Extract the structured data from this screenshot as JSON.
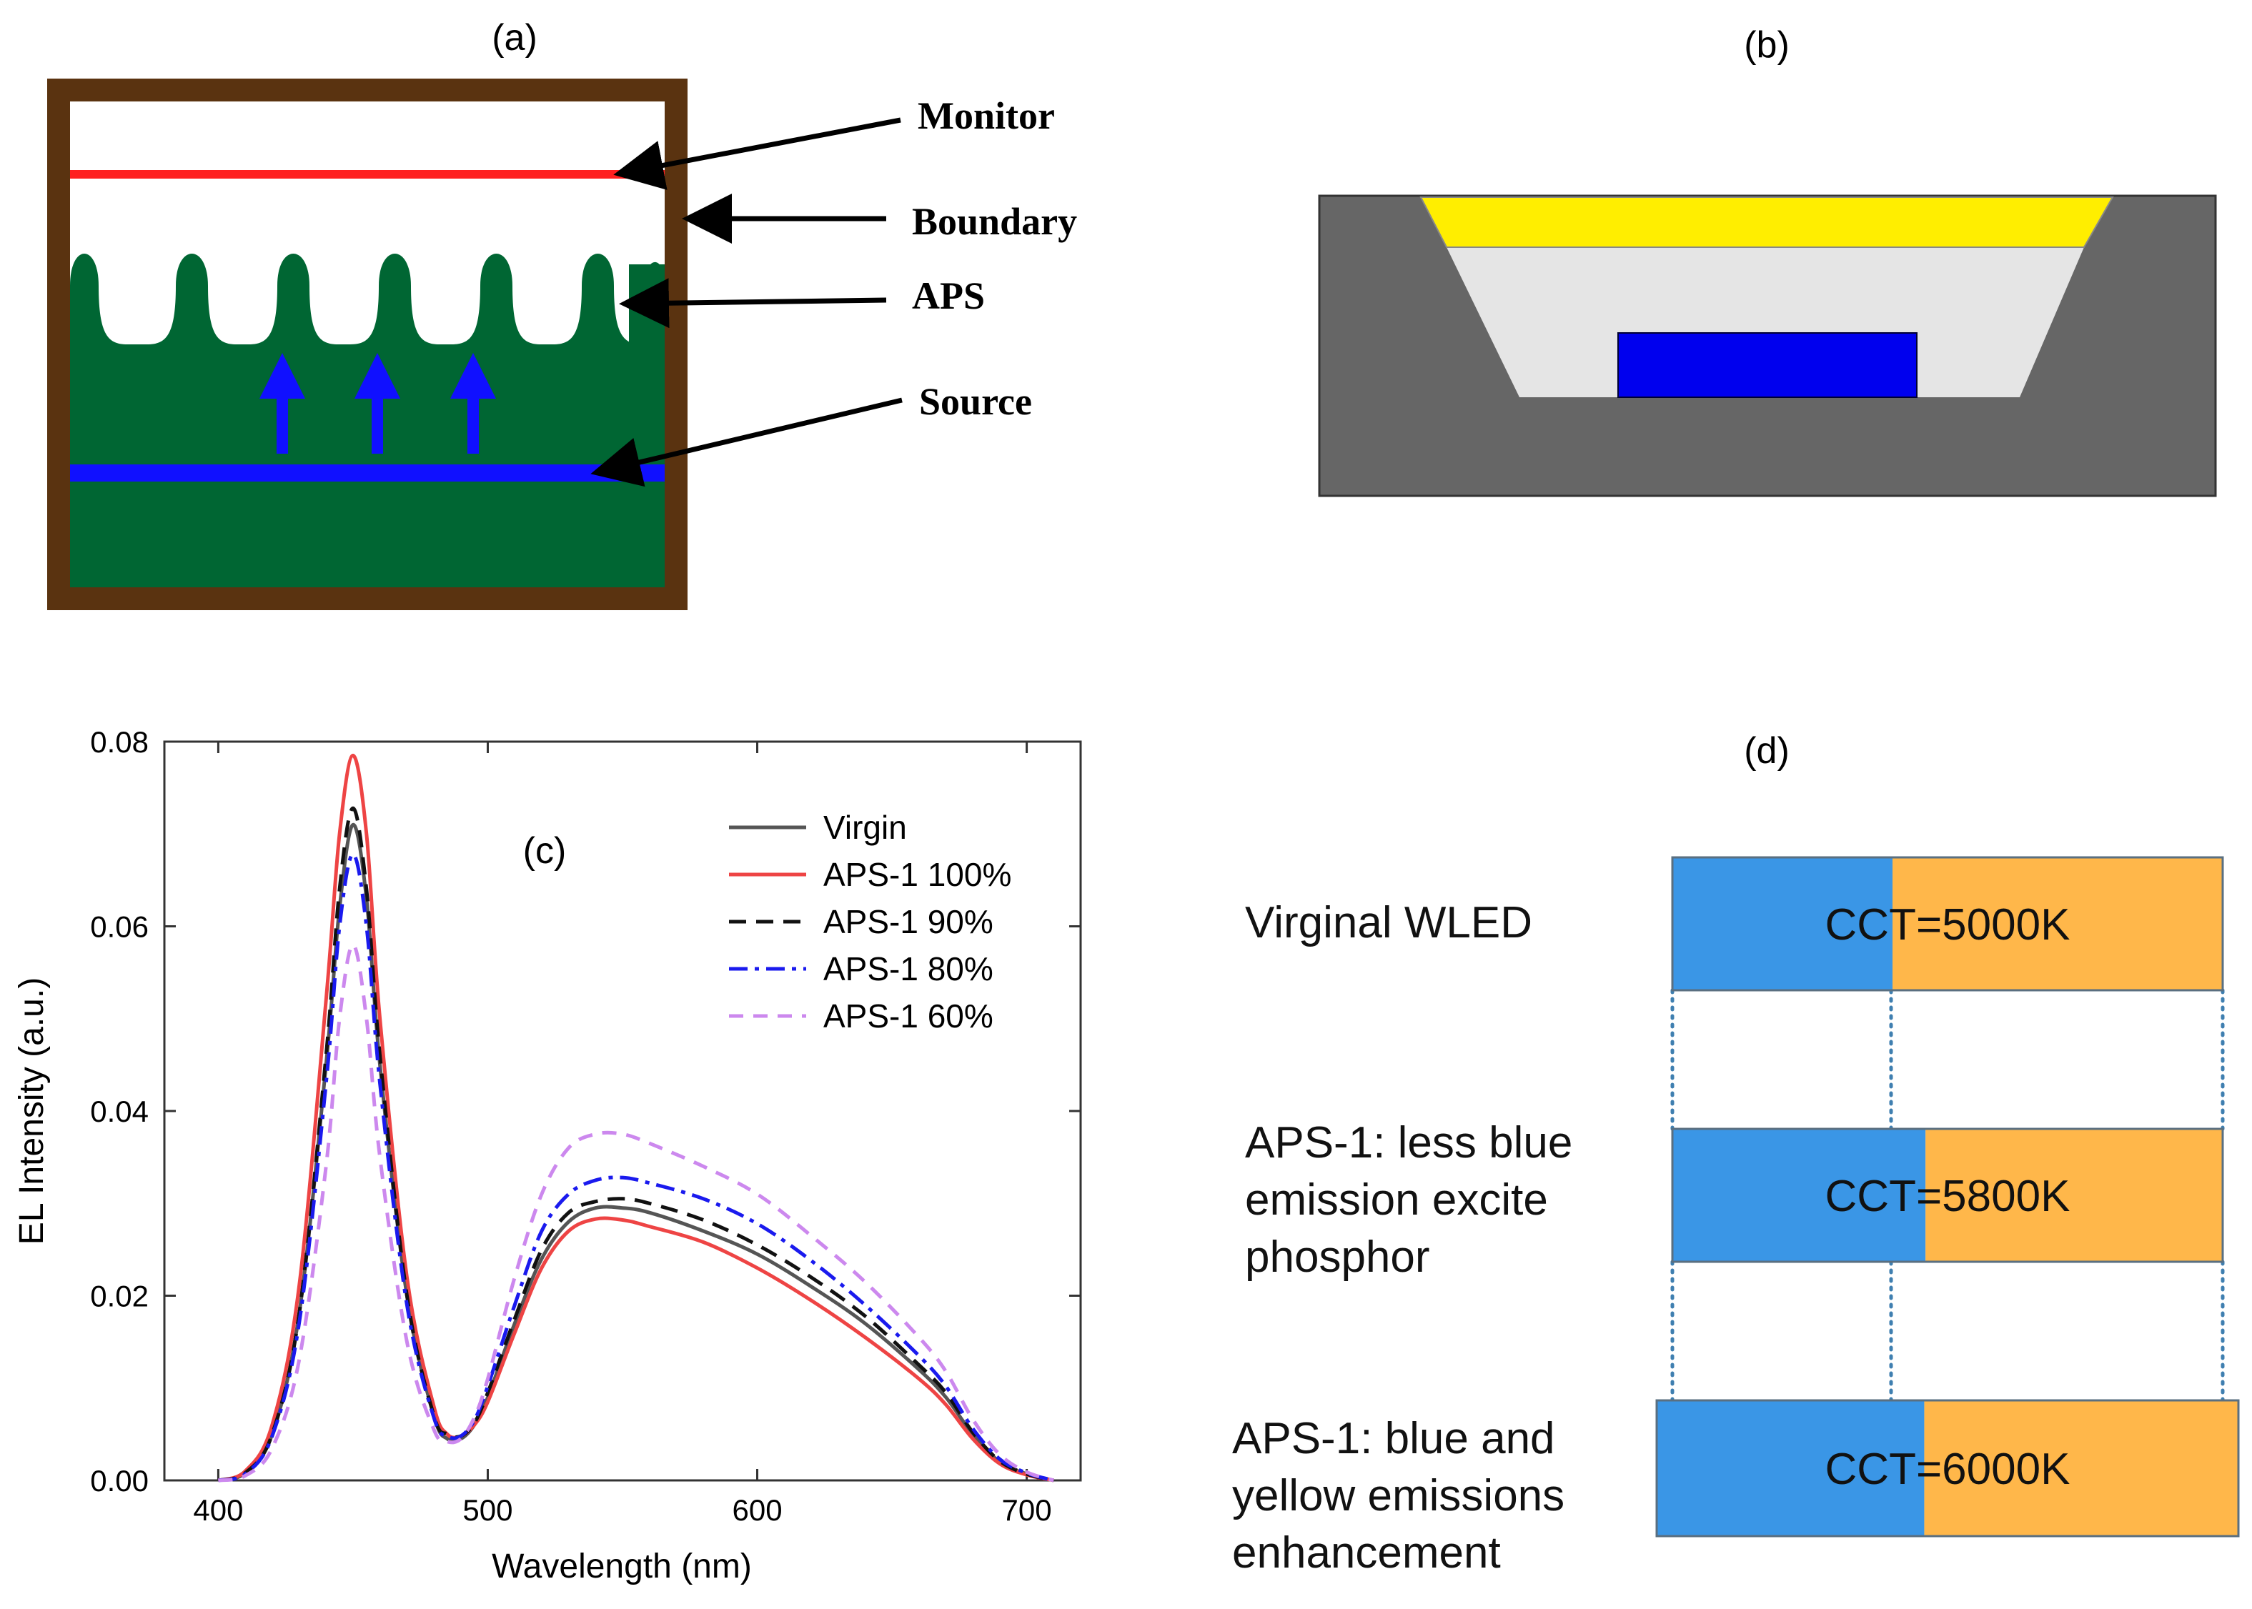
{
  "panel_a": {
    "label": "(a)",
    "labels": {
      "monitor": "Monitor",
      "boundary": "Boundary",
      "aps": "APS",
      "source": "Source"
    },
    "colors": {
      "frame": "#5a3310",
      "aps_body": "#006633",
      "monitor_line": "#ff2020",
      "source_line": "#1010ff",
      "arrows": "#1010ff"
    }
  },
  "panel_b": {
    "label": "(b)",
    "colors": {
      "housing": "#666666",
      "phosphor_layer": "#ffee00",
      "encapsulant": "#e5e5e5",
      "chip": "#0000ee"
    }
  },
  "panel_d": {
    "label": "(d)",
    "rows": [
      {
        "label_lines": [
          "Virginal WLED"
        ],
        "cct_text": "CCT=5000K",
        "blue_fraction": 0.4
      },
      {
        "label_lines": [
          "APS-1: less blue",
          "emission excite",
          "phosphor"
        ],
        "cct_text": "CCT=5800K",
        "blue_fraction": 0.46
      },
      {
        "label_lines": [
          "APS-1: blue and",
          "yellow emissions",
          "enhancement"
        ],
        "cct_text": "CCT=6000K",
        "blue_fraction": 0.46
      }
    ],
    "colors": {
      "blue": "#3a96e6",
      "orange": "#ffb74a",
      "guide": "#3f7fb0"
    }
  },
  "chart_data": {
    "type": "line",
    "panel_label": "(c)",
    "xlabel": "Wavelength (nm)",
    "ylabel": "EL Intensity (a.u.)",
    "xlim": [
      380,
      720
    ],
    "ylim": [
      0,
      0.08
    ],
    "xticks": [
      400,
      500,
      600,
      700
    ],
    "yticks": [
      0.0,
      0.02,
      0.04,
      0.06,
      0.08
    ],
    "ytick_labels": [
      "0.00",
      "0.02",
      "0.04",
      "0.06",
      "0.08"
    ],
    "legend_position": "top-right",
    "x": [
      400,
      410,
      420,
      430,
      440,
      445,
      450,
      455,
      460,
      470,
      480,
      485,
      490,
      495,
      500,
      510,
      520,
      530,
      540,
      550,
      560,
      580,
      600,
      620,
      640,
      660,
      670,
      680,
      690,
      700,
      710
    ],
    "series": [
      {
        "name": "Virgin",
        "color": "#555555",
        "dash": "",
        "values": [
          0,
          0.0008,
          0.005,
          0.018,
          0.045,
          0.062,
          0.071,
          0.063,
          0.045,
          0.02,
          0.007,
          0.0045,
          0.0045,
          0.006,
          0.009,
          0.017,
          0.024,
          0.028,
          0.0295,
          0.0295,
          0.029,
          0.027,
          0.0245,
          0.021,
          0.017,
          0.012,
          0.009,
          0.005,
          0.002,
          0.0007,
          0
        ]
      },
      {
        "name": "APS-1 100%",
        "color": "#ee4444",
        "dash": "",
        "values": [
          0,
          0.001,
          0.006,
          0.021,
          0.052,
          0.07,
          0.0785,
          0.07,
          0.05,
          0.022,
          0.008,
          0.005,
          0.0048,
          0.006,
          0.0085,
          0.016,
          0.023,
          0.027,
          0.0283,
          0.0282,
          0.0275,
          0.0258,
          0.023,
          0.0195,
          0.0155,
          0.011,
          0.0082,
          0.0045,
          0.0018,
          0.0006,
          0
        ]
      },
      {
        "name": "APS-1 90%",
        "color": "#111111",
        "dash": "24,14",
        "values": [
          0,
          0.0008,
          0.005,
          0.018,
          0.046,
          0.064,
          0.0728,
          0.064,
          0.046,
          0.02,
          0.007,
          0.005,
          0.0048,
          0.0062,
          0.0095,
          0.0175,
          0.025,
          0.029,
          0.0302,
          0.0305,
          0.03,
          0.0282,
          0.0255,
          0.022,
          0.0178,
          0.0125,
          0.0095,
          0.0052,
          0.0021,
          0.0007,
          0
        ]
      },
      {
        "name": "APS-1 80%",
        "color": "#1a1aee",
        "dash": "26,10,6,10",
        "values": [
          0,
          0.0007,
          0.0048,
          0.017,
          0.043,
          0.06,
          0.0678,
          0.06,
          0.043,
          0.019,
          0.0068,
          0.0048,
          0.0048,
          0.0065,
          0.0102,
          0.019,
          0.027,
          0.031,
          0.0325,
          0.0328,
          0.0322,
          0.0305,
          0.0278,
          0.0238,
          0.019,
          0.0135,
          0.0102,
          0.0056,
          0.0023,
          0.0008,
          0
        ]
      },
      {
        "name": "APS-1 60%",
        "color": "#cc88ee",
        "dash": "20,14",
        "values": [
          0,
          0.0005,
          0.0035,
          0.013,
          0.034,
          0.05,
          0.058,
          0.05,
          0.035,
          0.015,
          0.0055,
          0.0042,
          0.0045,
          0.0068,
          0.011,
          0.022,
          0.031,
          0.036,
          0.0375,
          0.0375,
          0.0365,
          0.034,
          0.031,
          0.0265,
          0.0215,
          0.0155,
          0.0118,
          0.0066,
          0.0028,
          0.0009,
          0
        ]
      }
    ]
  }
}
